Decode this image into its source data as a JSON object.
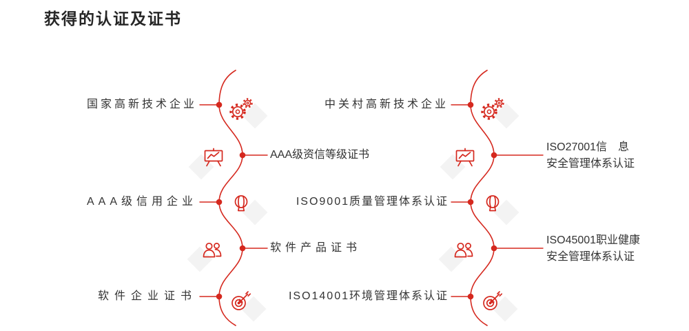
{
  "title": "获得的认证及证书",
  "colors": {
    "accent": "#d5281e",
    "text": "#333333",
    "title_text": "#262626",
    "decor_shape": "#f3f3f3",
    "background": "#ffffff"
  },
  "left_timeline": {
    "items": [
      {
        "label": "国家高新技术企业",
        "icon": "gear-icon",
        "side": "left"
      },
      {
        "label": "AAA级资信等级证书",
        "icon": "presentation-chart-icon",
        "side": "right"
      },
      {
        "label": "AAA级信用企业",
        "icon": "lightbulb-icon",
        "side": "left"
      },
      {
        "label": "软件产品证书",
        "icon": "people-icon",
        "side": "right"
      },
      {
        "label": "软件企业证书",
        "icon": "target-icon",
        "side": "left"
      }
    ]
  },
  "right_timeline": {
    "items": [
      {
        "label": "中关村高新技术企业",
        "icon": "gear-icon",
        "side": "left"
      },
      {
        "label_lines": [
          "ISO27001信　息",
          "安全管理体系认证"
        ],
        "icon": "presentation-chart-icon",
        "side": "right"
      },
      {
        "label": "ISO9001质量管理体系认证",
        "icon": "lightbulb-icon",
        "side": "left"
      },
      {
        "label_lines": [
          "ISO45001职业健康",
          "安全管理体系认证"
        ],
        "icon": "people-icon",
        "side": "right"
      },
      {
        "label": "ISO14001环境管理体系认证",
        "icon": "target-icon",
        "side": "left"
      }
    ]
  }
}
